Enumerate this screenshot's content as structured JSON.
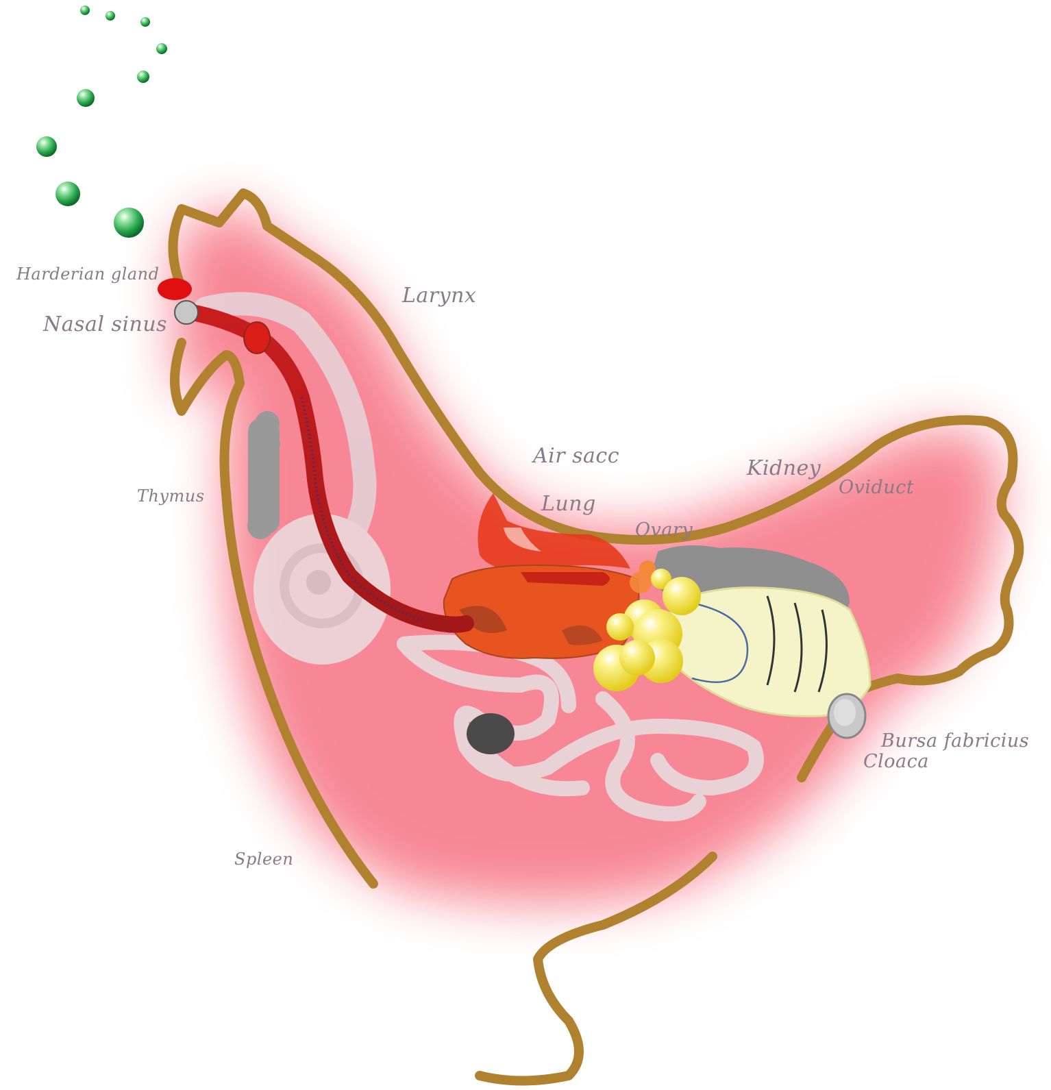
{
  "diagram": {
    "labels": {
      "harderian_gland": "Harderian gland",
      "nasal_sinus": "Nasal sinus",
      "larynx": "Larynx",
      "thymus": "Thymus",
      "air_sacs": "Air sacc",
      "lung": "Lung",
      "kidney": "Kidney",
      "oviduct": "Oviduct",
      "ovary": "Ovary",
      "bursa_fabricius": "Bursa fabricius",
      "cloaca": "Cloaca",
      "spleen": "Spleen"
    },
    "colors": {
      "outline": "#b0812e",
      "body_glow": "#f7818f",
      "trachea": "#b01c1c",
      "lung": "#e8541f",
      "ovary": "#f2e03a",
      "oviduct": "#f4f4c4",
      "kidney": "#8f8f8f",
      "thymus": "#999999",
      "spleen": "#4a4a4a",
      "gland": "#e01010",
      "bubble": "#27a44a"
    }
  }
}
